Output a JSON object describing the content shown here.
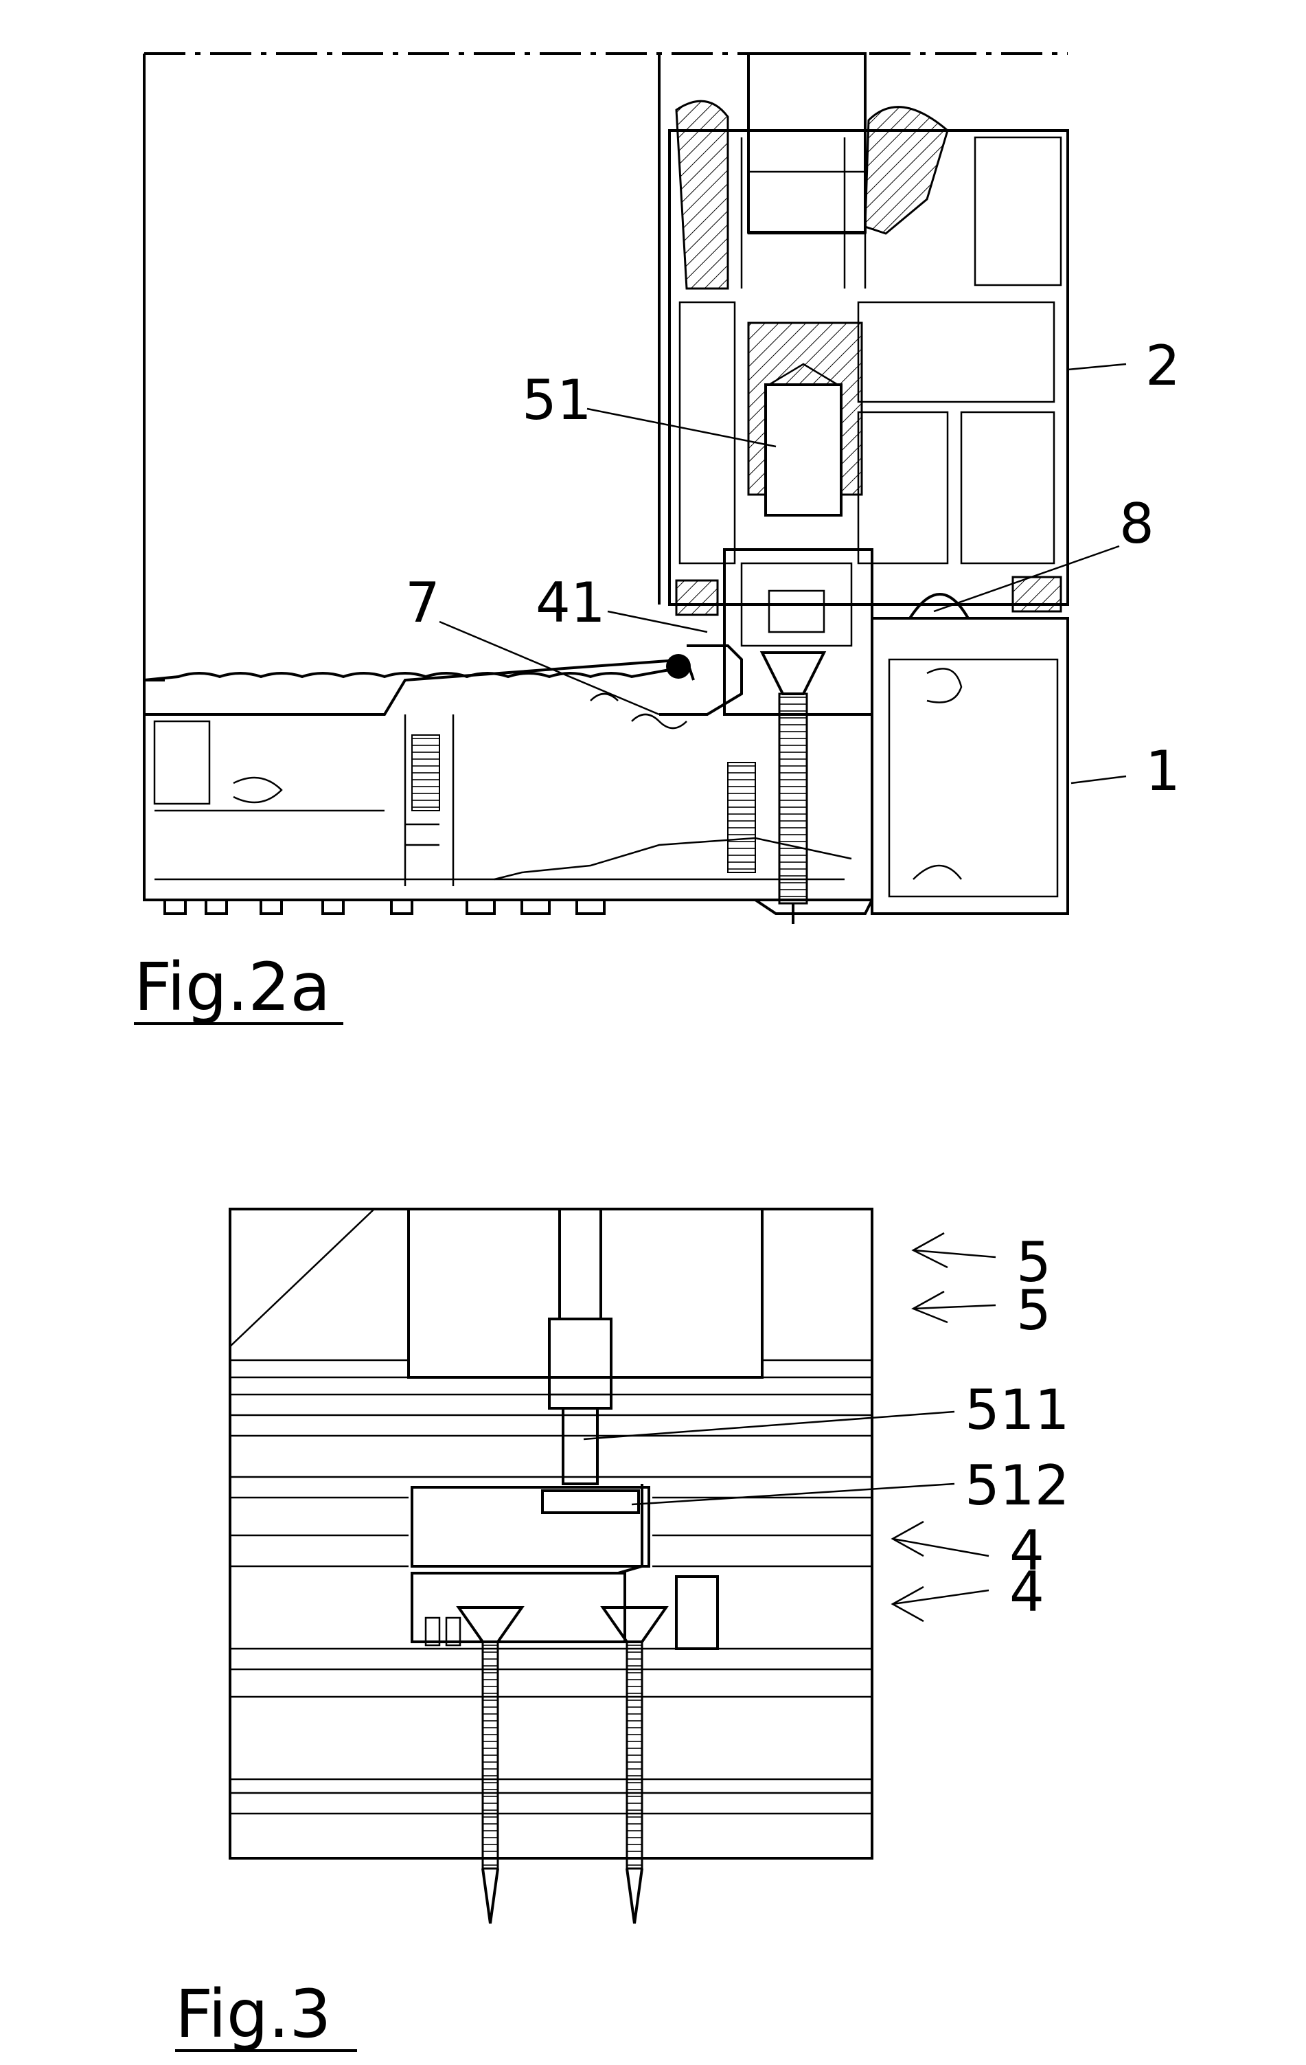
{
  "figures": [
    {
      "caption": "Fig.2a",
      "labels": {
        "l2": "2",
        "l51": "51",
        "l8": "8",
        "l7": "7",
        "l41": "41",
        "l1": "1"
      }
    },
    {
      "caption": "Fig.3",
      "labels": {
        "l5a": "5",
        "l5b": "5",
        "l511": "511",
        "l512": "512",
        "l4a": "4",
        "l4b": "4"
      }
    }
  ]
}
